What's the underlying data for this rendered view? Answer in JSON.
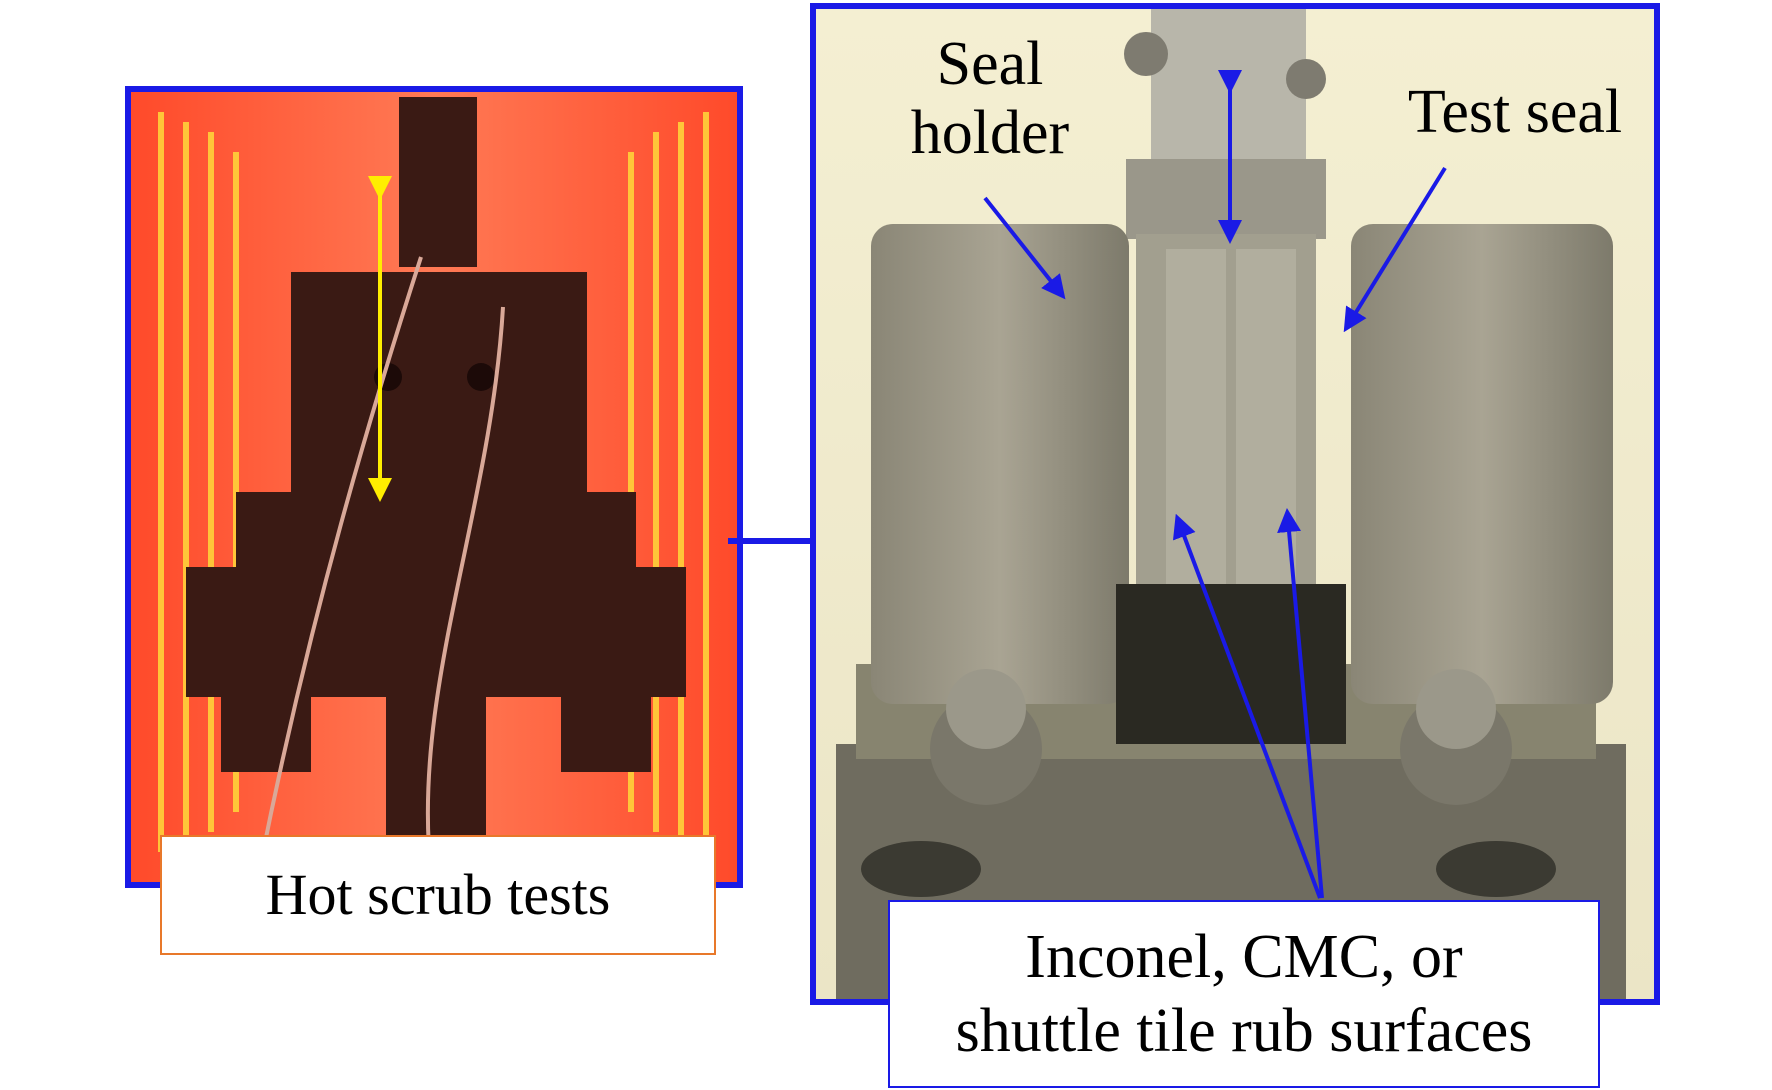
{
  "labels": {
    "hot_scrub": "Hot scrub tests",
    "seal_holder_line1": "Seal",
    "seal_holder_line2": "holder",
    "test_seal": "Test seal",
    "rub_surfaces_line1": "Inconel, CMC, or",
    "rub_surfaces_line2": "shuttle tile rub surfaces"
  },
  "colors": {
    "frame_blue": "#1a1ae6",
    "label_orange": "#e8782a",
    "arrow_yellow": "#ffee00",
    "furnace_glow": "#ff6a3d"
  }
}
